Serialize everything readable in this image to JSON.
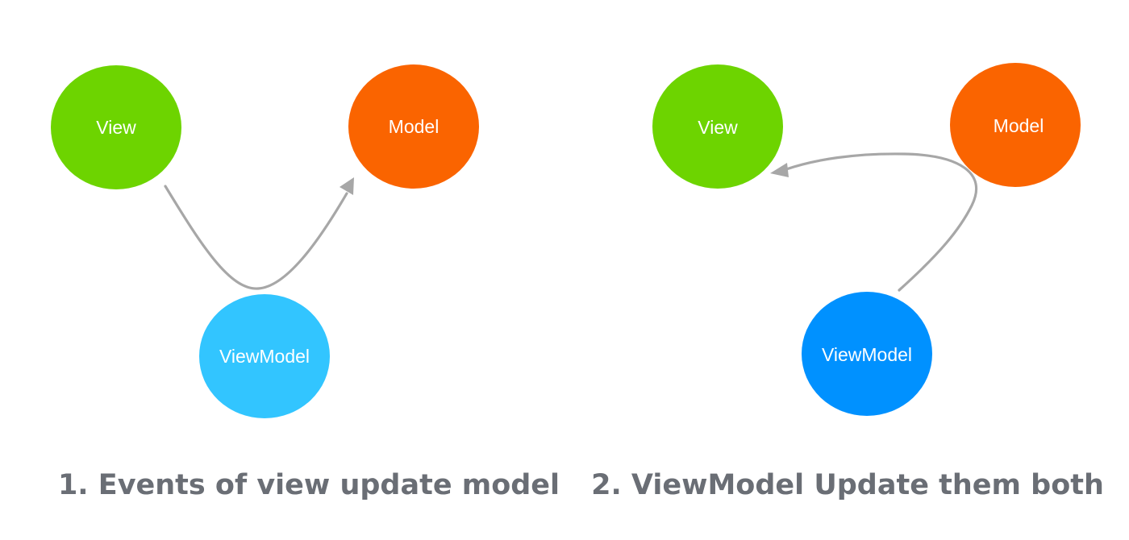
{
  "diagram_left": {
    "caption": "1. Events of view update model",
    "nodes": {
      "view": {
        "label": "View",
        "color": "#6dd400"
      },
      "model": {
        "label": "Model",
        "color": "#fa6400"
      },
      "viewmodel": {
        "label": "ViewModel",
        "color": "#32c5ff"
      }
    },
    "edges": [
      {
        "from": "View",
        "to": "Model"
      }
    ]
  },
  "diagram_right": {
    "caption": "2. ViewModel Update them both",
    "nodes": {
      "view": {
        "label": "View",
        "color": "#6dd400"
      },
      "model": {
        "label": "Model",
        "color": "#fa6400"
      },
      "viewmodel": {
        "label": "ViewModel",
        "color": "#0091ff"
      }
    },
    "edges": [
      {
        "from": "ViewModel",
        "to": "View"
      }
    ]
  },
  "colors": {
    "edge": "#a7a7a7",
    "caption_text": "#6a6e75",
    "node_text": "#ffffff"
  }
}
